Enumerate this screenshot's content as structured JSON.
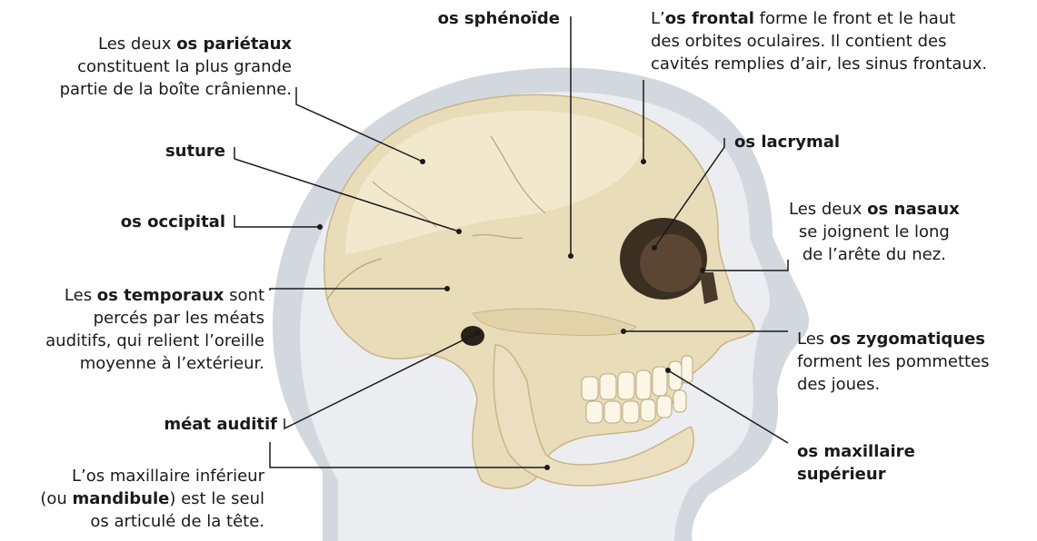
{
  "labels": {
    "parietal": {
      "pre": "Les deux ",
      "bold": "os pariétaux",
      "line2": "constituent la plus grande",
      "line3": "partie de la boîte crânienne."
    },
    "sphenoide": {
      "bold": "os sphénoïde"
    },
    "frontal": {
      "pre": "L’",
      "bold": "os frontal",
      "post": " forme le front et le haut",
      "line2": "des orbites oculaires. Il contient des",
      "line3": "cavités remplies d’air, les sinus frontaux."
    },
    "suture": {
      "bold": "suture"
    },
    "lacrymal": {
      "bold": "os lacrymal"
    },
    "occipital": {
      "bold": "os occipital"
    },
    "nasaux": {
      "pre": "Les deux ",
      "bold": "os nasaux",
      "line2": "se joignent le long",
      "line3": "de l’arête du nez."
    },
    "temporaux": {
      "pre": "Les ",
      "bold": "os temporaux",
      "post": " sont",
      "line2": "percés par les méats",
      "line3": "auditifs, qui relient l’oreille",
      "line4": "moyenne à l’extérieur."
    },
    "zygomatiques": {
      "pre": "Les ",
      "bold": "os zygomatiques",
      "line2": "forment les pommettes",
      "line3": "des joues."
    },
    "meat": {
      "bold": "méat auditif"
    },
    "mandibule": {
      "line1": "L’os maxillaire inférieur",
      "pre": "(ou ",
      "bold": "mandibule",
      "post": ") est le seul",
      "line3": "os articulé de la tête."
    },
    "maxillaire": {
      "bold1": "os maxillaire",
      "bold2": "supérieur"
    }
  },
  "colors": {
    "silhouette": "#cfd5da",
    "bone": "#efe3c4",
    "bone_shadow": "#d9c89f",
    "line": "#1a1a1a"
  }
}
